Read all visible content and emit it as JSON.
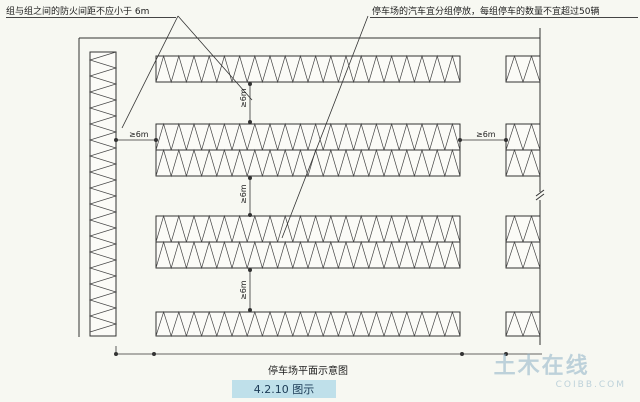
{
  "notes": {
    "left": "组与组之间的防火间距不应小于 6m",
    "right": "停车场的汽车宜分组停放，每组停车的数量不宜超过50辆"
  },
  "dimensions": {
    "gap_between_rows": "≥6m",
    "gap_between_groups": "≥6m"
  },
  "caption": "停车场平面示意图",
  "figure_label": "4.2.10 图示",
  "watermark": {
    "name": "土木在线",
    "domain": "COIBB.COM"
  }
}
